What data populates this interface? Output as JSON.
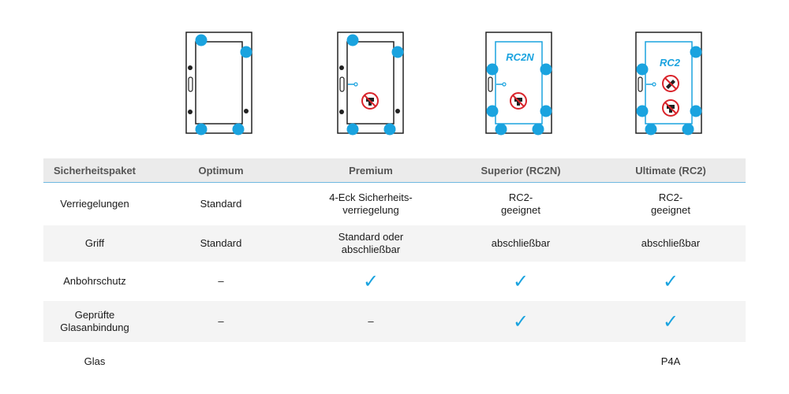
{
  "icons": [
    {
      "name": "optimum-window-icon",
      "label": ""
    },
    {
      "name": "premium-window-icon",
      "label": ""
    },
    {
      "name": "superior-window-icon",
      "label": "RC2N"
    },
    {
      "name": "ultimate-window-icon",
      "label": "RC2"
    }
  ],
  "table": {
    "headers": [
      "Sicherheitspaket",
      "Optimum",
      "Premium",
      "Superior (RC2N)",
      "Ultimate (RC2)"
    ],
    "rows": [
      {
        "label": "Verriegelungen",
        "cells": [
          "Standard",
          "4-Eck Sicherheits-\nverriegelung",
          "RC2-\ngeeignet",
          "RC2-\ngeeignet"
        ]
      },
      {
        "label": "Griff",
        "cells": [
          "Standard",
          "Standard oder\nabschließbar",
          "abschließbar",
          "abschließbar"
        ]
      },
      {
        "label": "Anbohrschutz",
        "cells": [
          "–",
          "✓",
          "✓",
          "✓"
        ]
      },
      {
        "label": "Geprüfte\nGlasanbindung",
        "cells": [
          "–",
          "–",
          "✓",
          "✓"
        ]
      },
      {
        "label": "Glas",
        "cells": [
          "",
          "",
          "",
          "P4A"
        ]
      }
    ]
  },
  "colors": {
    "accent": "#1aa3df",
    "header_bg": "#ebebeb",
    "stripe": "#f4f4f4"
  }
}
